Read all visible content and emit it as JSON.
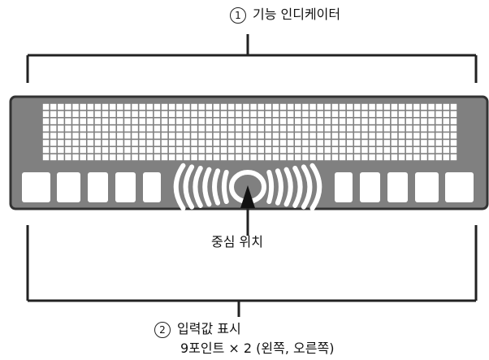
{
  "labels": {
    "function_indicator": {
      "number": "1",
      "text": "기능 인디케이터"
    },
    "center_position": {
      "text": "중심 위치"
    },
    "input_display": {
      "number": "2",
      "line1": "입력값 표시",
      "line2": "9포인트 × 2 (왼쪽, 오른쪽)"
    }
  },
  "colors": {
    "panel": "#808080",
    "panel_border": "#333333",
    "cells": "#ffffff",
    "line": "#222222"
  }
}
